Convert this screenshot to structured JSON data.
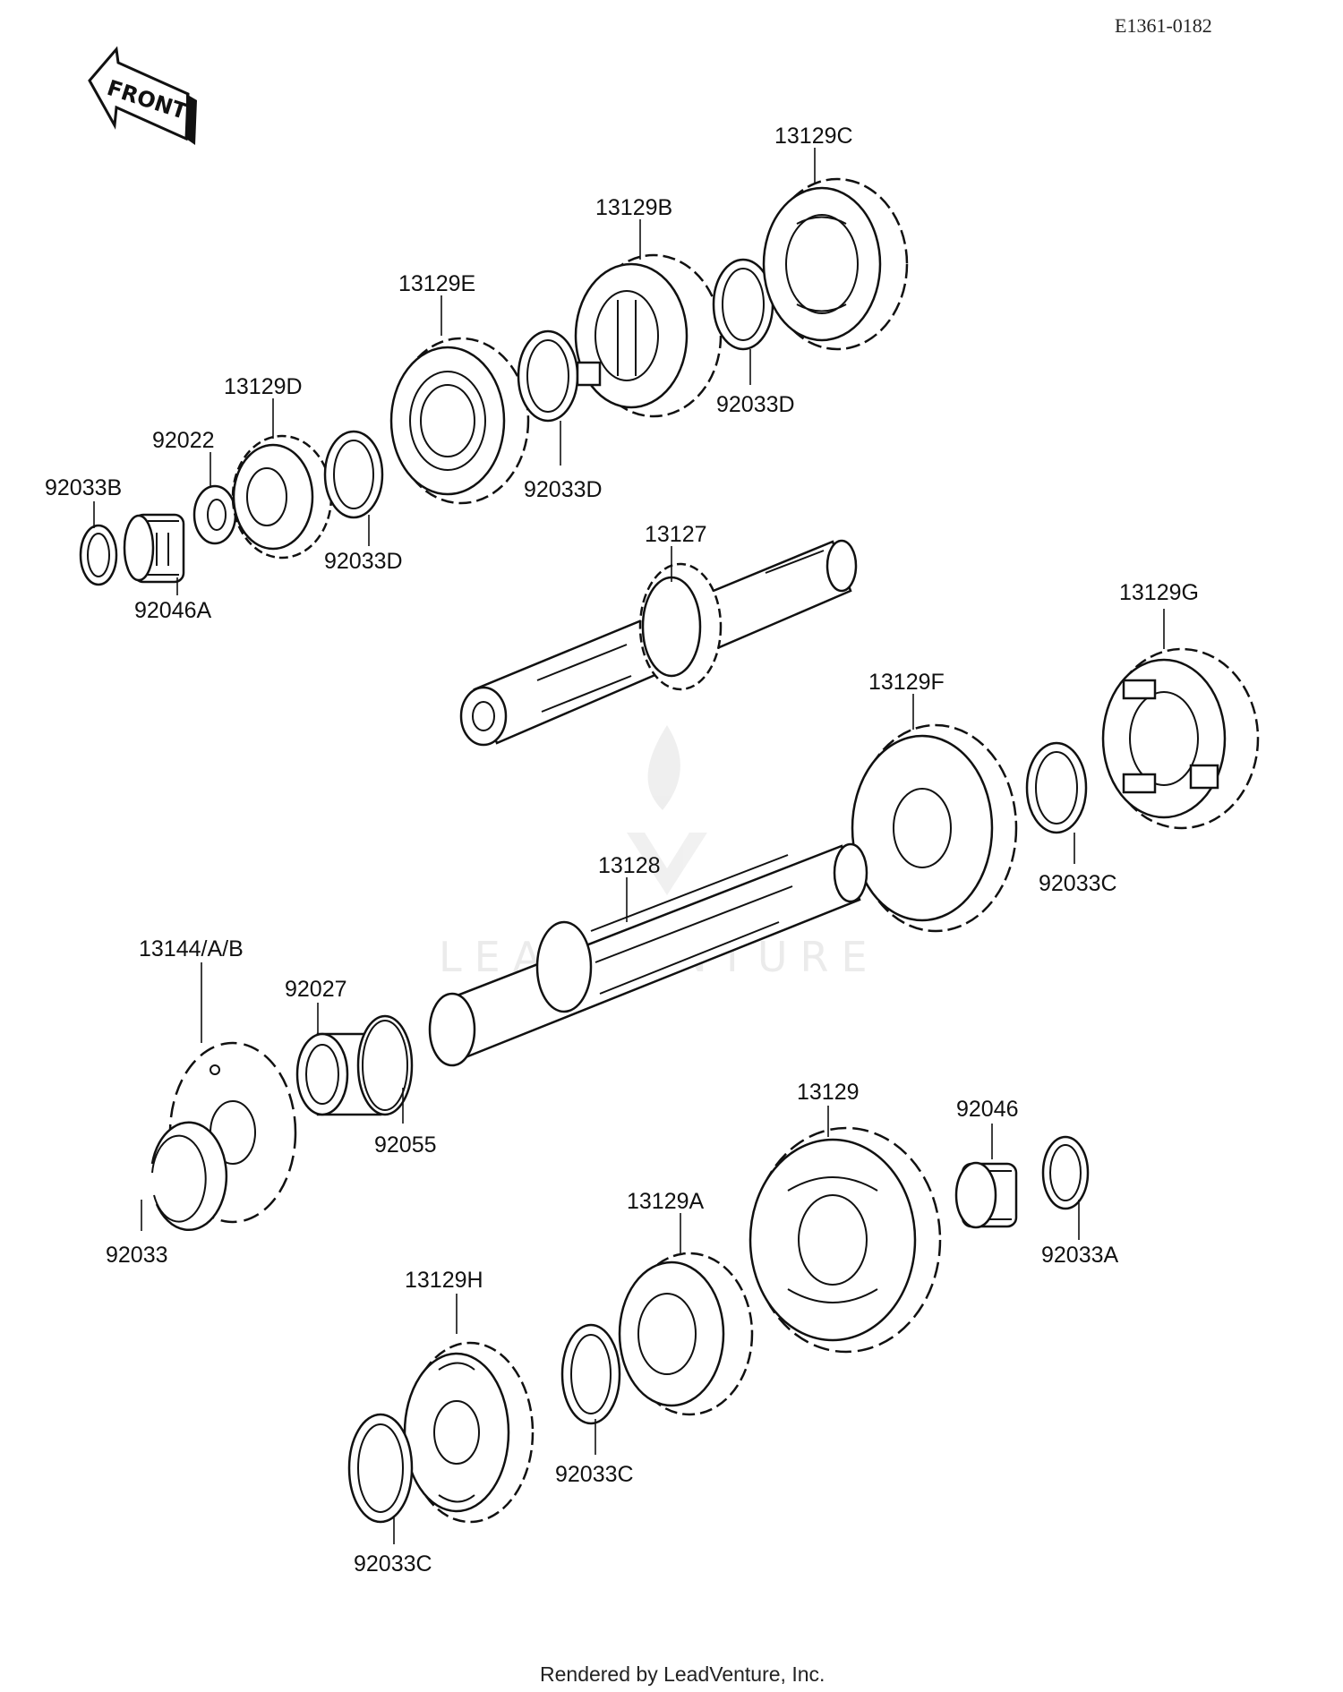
{
  "diagram_code": "E1361-0182",
  "front_label": "FRONT",
  "watermark_text": "LEADVENTURE",
  "footer": "Rendered by LeadVenture, Inc.",
  "labels": {
    "p13129C": "13129C",
    "p13129B": "13129B",
    "p13129E": "13129E",
    "p13129D": "13129D",
    "p92022": "92022",
    "p92033B": "92033B",
    "p92033D_1": "92033D",
    "p92033D_2": "92033D",
    "p92033D_3": "92033D",
    "p92046A": "92046A",
    "p13127": "13127",
    "p13129G": "13129G",
    "p13129F": "13129F",
    "p92033C_1": "92033C",
    "p13128": "13128",
    "p13144AB": "13144/A/B",
    "p92027": "92027",
    "p92055": "92055",
    "p92033": "92033",
    "p13129": "13129",
    "p92046": "92046",
    "p92033A": "92033A",
    "p13129A": "13129A",
    "p13129H": "13129H",
    "p92033C_2": "92033C",
    "p92033C_3": "92033C"
  }
}
